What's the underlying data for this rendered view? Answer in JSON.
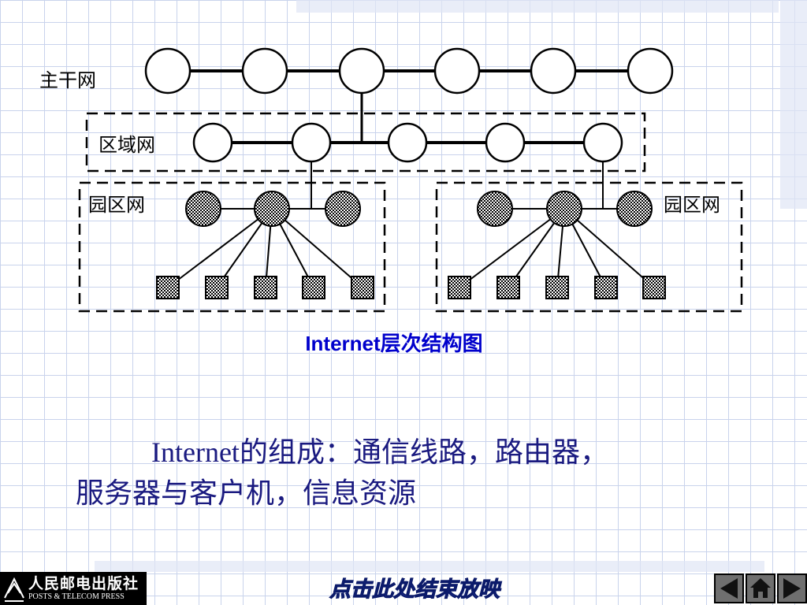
{
  "diagram": {
    "backbone_label": "主干网",
    "regional_label": "区域网",
    "campus_left_label": "园区网",
    "campus_right_label": "园区网"
  },
  "caption": "Internet层次结构图",
  "body": {
    "line1": "Internet的组成：通信线路，路由器，",
    "line2": "服务器与客户机，信息资源"
  },
  "footer": {
    "publisher_cn": "人民邮电出版社",
    "publisher_en": "POSTS & TELECOM PRESS",
    "end_show_label": "点击此处结束放映",
    "nav_prev_icon": "triangle-left-icon",
    "nav_home_icon": "home-icon",
    "nav_next_icon": "triangle-right-icon"
  },
  "colors": {
    "caption": "#0000cc",
    "body_text": "#1a1a80",
    "grid": "#c9d3ec"
  }
}
